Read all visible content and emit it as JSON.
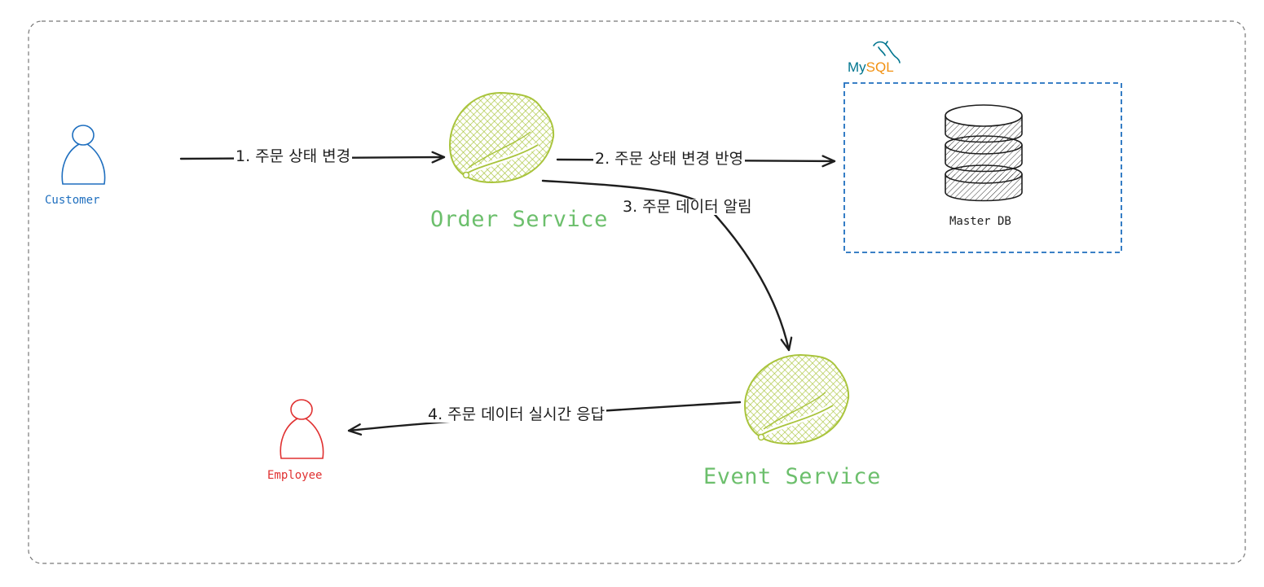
{
  "actors": {
    "customer": {
      "label": "Customer",
      "color": "#1f6fbf"
    },
    "employee": {
      "label": "Employee",
      "color": "#e03131"
    }
  },
  "services": {
    "order": {
      "label": "Order Service"
    },
    "event": {
      "label": "Event Service"
    }
  },
  "database": {
    "brand": {
      "part1": "My",
      "part2": "SQL"
    },
    "label": "Master DB"
  },
  "edges": {
    "e1": "1. 주문 상태 변경",
    "e2": "2. 주문 상태 변경 반영",
    "e3": "3. 주문 데이터 알림",
    "e4": "4. 주문 데이터 실시간 응답"
  },
  "colors": {
    "spring": "#a9c43c",
    "service_text": "#6cbf6c",
    "mysql_blue": "#00758f",
    "mysql_orange": "#f29111",
    "db_border": "#1f6fbf",
    "stroke": "#1e1e1e"
  },
  "icons": [
    "person-icon",
    "spring-leaf-icon",
    "database-icon",
    "mysql-dolphin-icon"
  ]
}
